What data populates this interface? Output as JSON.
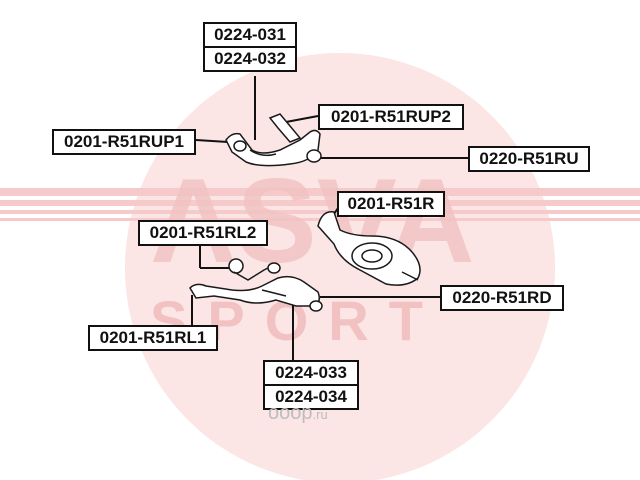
{
  "watermark": {
    "brand": "ASVA",
    "sub": "SPORT",
    "site": "ooop",
    "tld": ".ru",
    "color": "#f2c2c2"
  },
  "labels": {
    "top_stack": [
      "0224-031",
      "0224-032"
    ],
    "upper_arm_right": "0201-R51RUP2",
    "upper_arm_left": "0201-R51RUP1",
    "upper_bush": "0220-R51RU",
    "rear_arm": "0201-R51R",
    "lower_arm_upper": "0201-R51RL2",
    "lower_bush": "0220-R51RD",
    "lower_arm_left": "0201-R51RL1",
    "bottom_stack": [
      "0224-033",
      "0224-034"
    ]
  },
  "colors": {
    "line": "#111111",
    "part_fill": "#ffffff",
    "part_stroke": "#1a1a1a"
  }
}
